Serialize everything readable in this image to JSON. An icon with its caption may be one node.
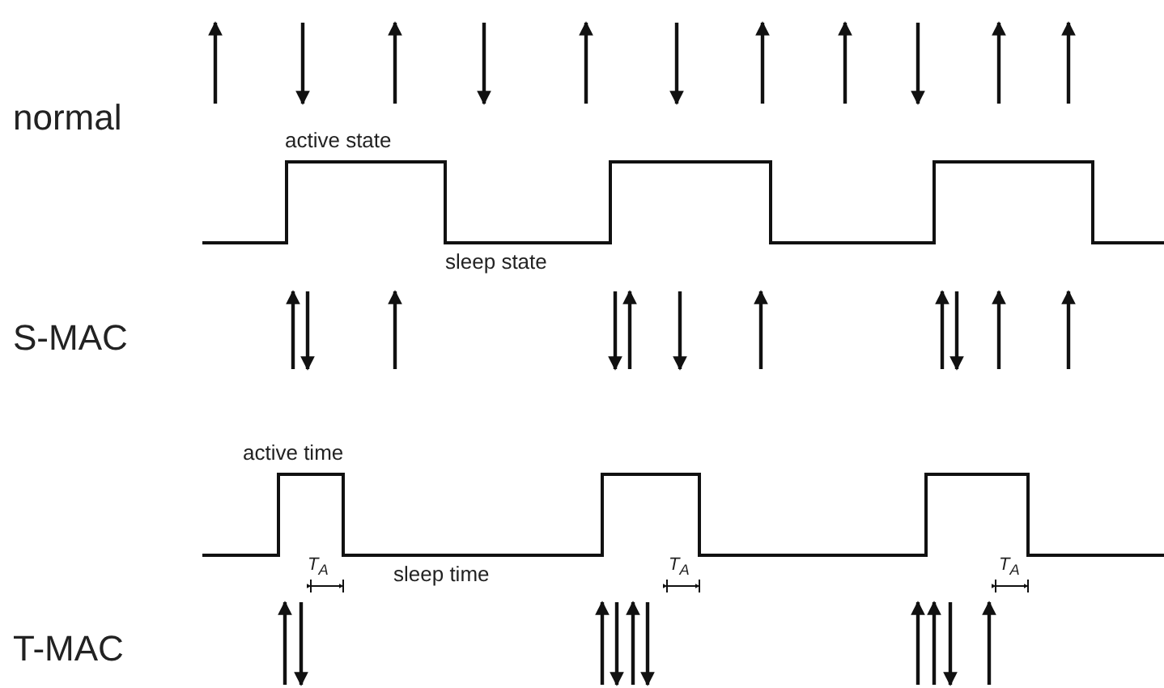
{
  "diagram": {
    "labels": [
      "normal",
      "active state",
      "sleep state",
      "S-MAC",
      "active time",
      "T$_{A}$",
      "sleep time",
      "T$_{A}$",
      "T$_{A}$",
      "T-MAC"
    ]
  }
}
